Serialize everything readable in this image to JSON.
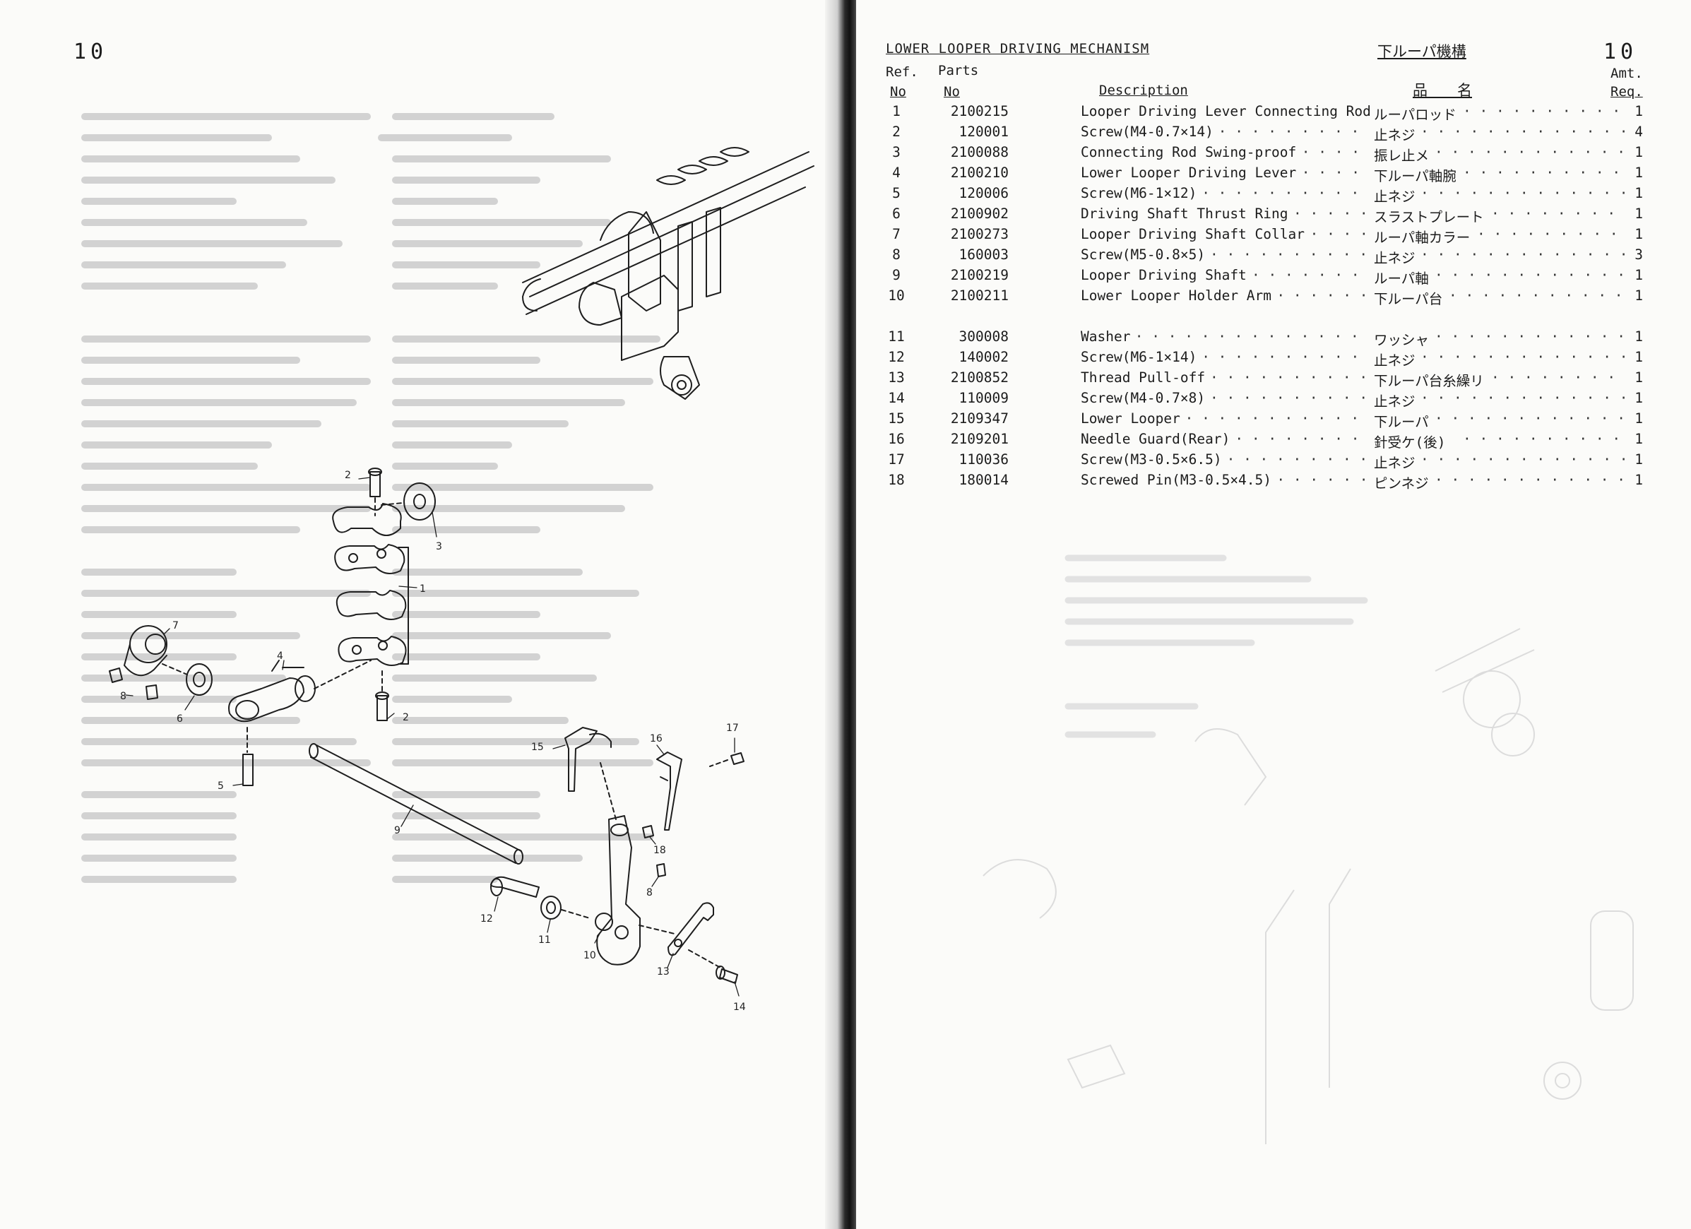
{
  "left_page": {
    "page_number": "10",
    "callouts": [
      "1",
      "2",
      "2",
      "3",
      "4",
      "5",
      "6",
      "7",
      "8",
      "8",
      "9",
      "10",
      "11",
      "12",
      "13",
      "14",
      "15",
      "16",
      "17",
      "18"
    ]
  },
  "right_page": {
    "page_number": "10",
    "section_title": "LOWER LOOPER DRIVING MECHANISM",
    "section_title_jp": "下ルーパ機構",
    "headers": {
      "ref_line1": "Ref.",
      "ref_line2": "No",
      "parts_line1": "Parts",
      "parts_line2": "No",
      "description": "Description",
      "jp_name": "品　　名",
      "amt_line1": "Amt.",
      "amt_line2": "Req."
    },
    "parts": [
      {
        "ref": "1",
        "part": "2100215",
        "desc": "Looper Driving Lever Connecting Rod",
        "jp": "ルーパロッド",
        "amt": "1"
      },
      {
        "ref": "2",
        "part": "120001",
        "desc": "Screw(M4-0.7×14)",
        "jp": "止ネジ",
        "amt": "4"
      },
      {
        "ref": "3",
        "part": "2100088",
        "desc": "Connecting Rod Swing-proof",
        "jp": "振レ止メ",
        "amt": "1"
      },
      {
        "ref": "4",
        "part": "2100210",
        "desc": "Lower Looper Driving Lever",
        "jp": "下ルーパ軸腕",
        "amt": "1"
      },
      {
        "ref": "5",
        "part": "120006",
        "desc": "Screw(M6-1×12)",
        "jp": "止ネジ",
        "amt": "1"
      },
      {
        "ref": "6",
        "part": "2100902",
        "desc": "Driving Shaft Thrust Ring",
        "jp": "スラストプレート",
        "amt": "1"
      },
      {
        "ref": "7",
        "part": "2100273",
        "desc": "Looper Driving Shaft Collar",
        "jp": "ルーパ軸カラー",
        "amt": "1"
      },
      {
        "ref": "8",
        "part": "160003",
        "desc": "Screw(M5-0.8×5)",
        "jp": "止ネジ",
        "amt": "3"
      },
      {
        "ref": "9",
        "part": "2100219",
        "desc": "Looper Driving Shaft",
        "jp": "ルーパ軸",
        "amt": "1"
      },
      {
        "ref": "10",
        "part": "2100211",
        "desc": "Lower Looper Holder Arm",
        "jp": "下ルーパ台",
        "amt": "1"
      },
      {
        "ref": "11",
        "part": "300008",
        "desc": "Washer",
        "jp": "ワッシャ",
        "amt": "1"
      },
      {
        "ref": "12",
        "part": "140002",
        "desc": "Screw(M6-1×14)",
        "jp": "止ネジ",
        "amt": "1"
      },
      {
        "ref": "13",
        "part": "2100852",
        "desc": "Thread Pull-off",
        "jp": "下ルーパ台糸繰リ",
        "amt": "1"
      },
      {
        "ref": "14",
        "part": "110009",
        "desc": "Screw(M4-0.7×8)",
        "jp": "止ネジ",
        "amt": "1"
      },
      {
        "ref": "15",
        "part": "2109347",
        "desc": "Lower Looper",
        "jp": "下ルーパ",
        "amt": "1"
      },
      {
        "ref": "16",
        "part": "2109201",
        "desc": "Needle Guard(Rear)",
        "jp": "針受ケ(後)",
        "amt": "1"
      },
      {
        "ref": "17",
        "part": "110036",
        "desc": "Screw(M3-0.5×6.5)",
        "jp": "止ネジ",
        "amt": "1"
      },
      {
        "ref": "18",
        "part": "180014",
        "desc": "Screwed Pin(M3-0.5×4.5)",
        "jp": "ピンネジ",
        "amt": "1"
      }
    ]
  }
}
